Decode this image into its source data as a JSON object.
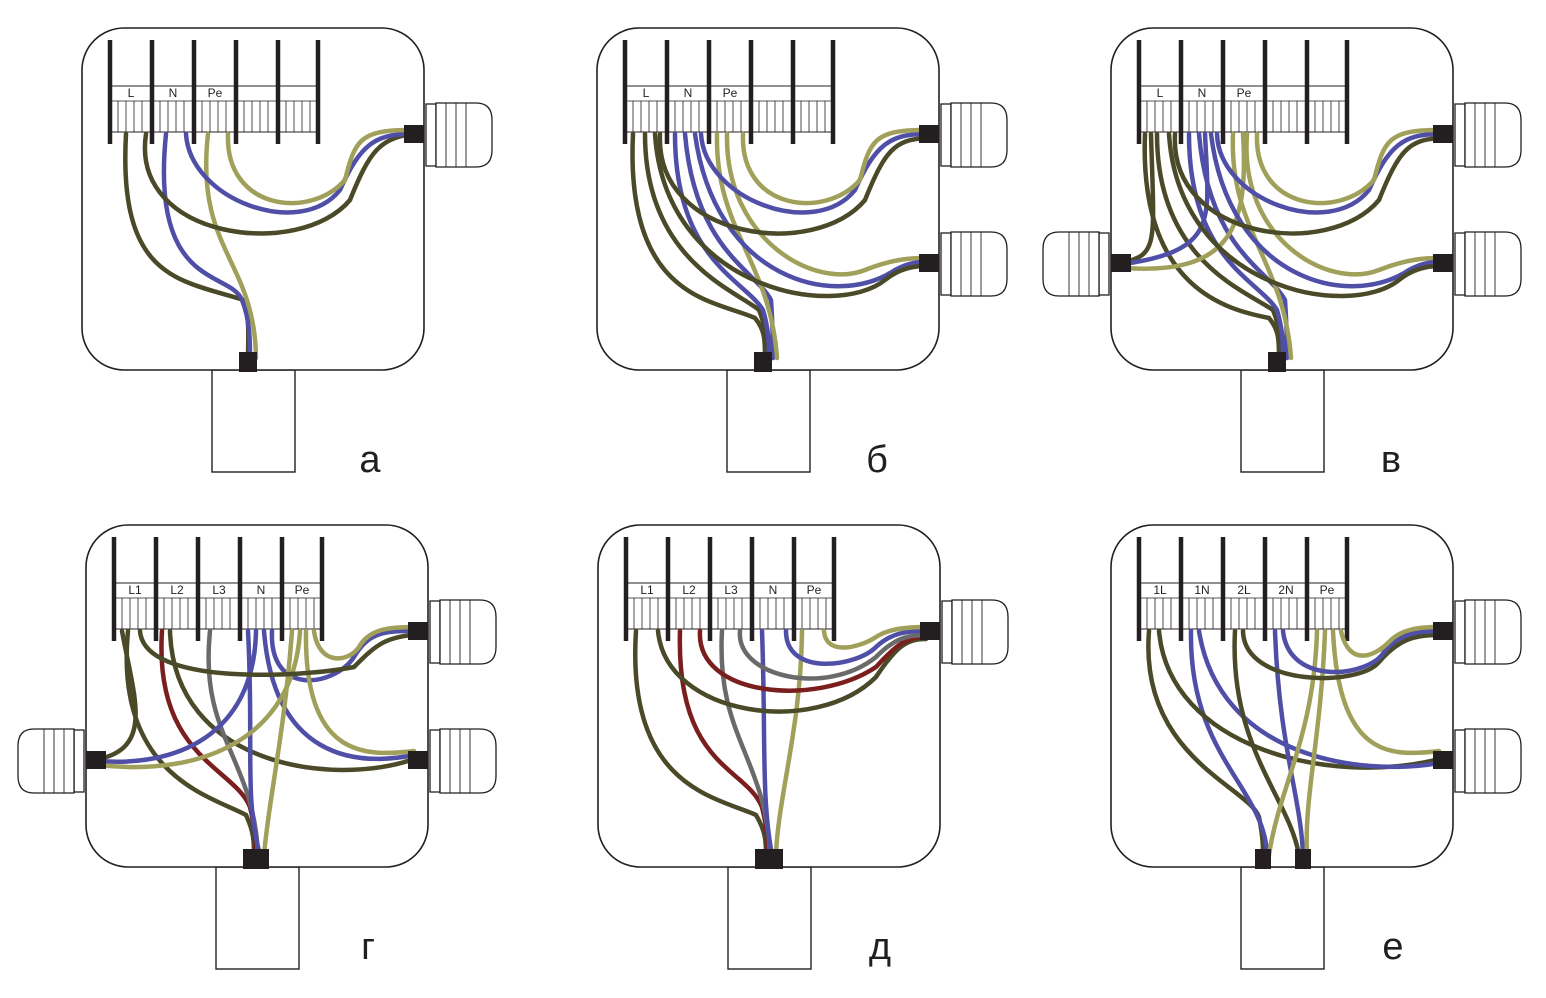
{
  "colors": {
    "phase": "#4a4a28",
    "neutral": "#4f4fa8",
    "earth": "#a0a05a",
    "red": "#7a1e1e",
    "gray": "#6a6a6a",
    "outline": "#231f20"
  },
  "panels": [
    {
      "caption": "а",
      "terminals": [
        "L",
        "N",
        "Pe",
        "",
        ""
      ],
      "glands": [
        "right-top"
      ],
      "pipe": "single"
    },
    {
      "caption": "б",
      "terminals": [
        "L",
        "N",
        "Pe",
        "",
        ""
      ],
      "glands": [
        "right-top",
        "right-bottom"
      ],
      "pipe": "single"
    },
    {
      "caption": "в",
      "terminals": [
        "L",
        "N",
        "Pe",
        "",
        ""
      ],
      "glands": [
        "right-top",
        "right-bottom",
        "left"
      ],
      "pipe": "single"
    },
    {
      "caption": "г",
      "terminals": [
        "L1",
        "L2",
        "L3",
        "N",
        "Pe"
      ],
      "glands": [
        "right-top",
        "right-bottom",
        "left"
      ],
      "pipe": "single"
    },
    {
      "caption": "д",
      "terminals": [
        "L1",
        "L2",
        "L3",
        "N",
        "Pe"
      ],
      "glands": [
        "right-top"
      ],
      "pipe": "single"
    },
    {
      "caption": "е",
      "terminals": [
        "1L",
        "1N",
        "2L",
        "2N",
        "Pe"
      ],
      "glands": [
        "right-top",
        "right-bottom"
      ],
      "pipe": "double"
    }
  ]
}
